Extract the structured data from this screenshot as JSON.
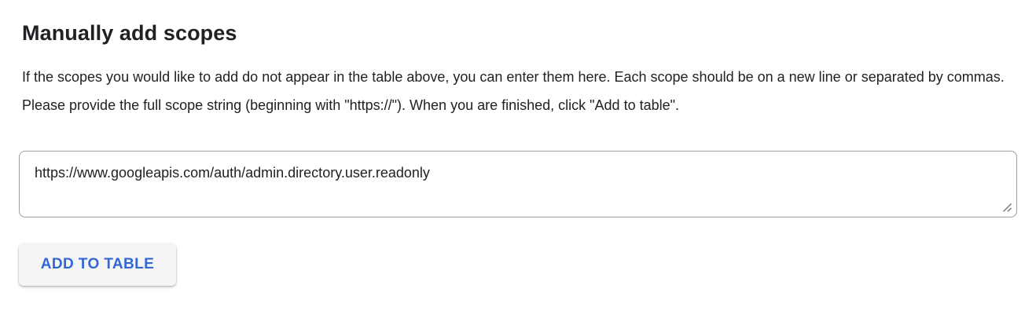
{
  "section": {
    "title": "Manually add scopes",
    "description": "If the scopes you would like to add do not appear in the table above, you can enter them here. Each scope should be on a new line or separated by commas. Please provide the full scope string (beginning with \"https://\"). When you are finished, click \"Add to table\".",
    "scope_input": {
      "value": "https://www.googleapis.com/auth/admin.directory.user.readonly",
      "placeholder": ""
    },
    "add_button_label": "ADD TO TABLE"
  },
  "colors": {
    "accent_blue": "#3367d6",
    "text": "#202124",
    "input_border": "#9e9e9e",
    "button_background": "#f5f5f5",
    "page_background": "#ffffff"
  },
  "icons": {
    "resize_handle": "drag-resize-corner"
  }
}
